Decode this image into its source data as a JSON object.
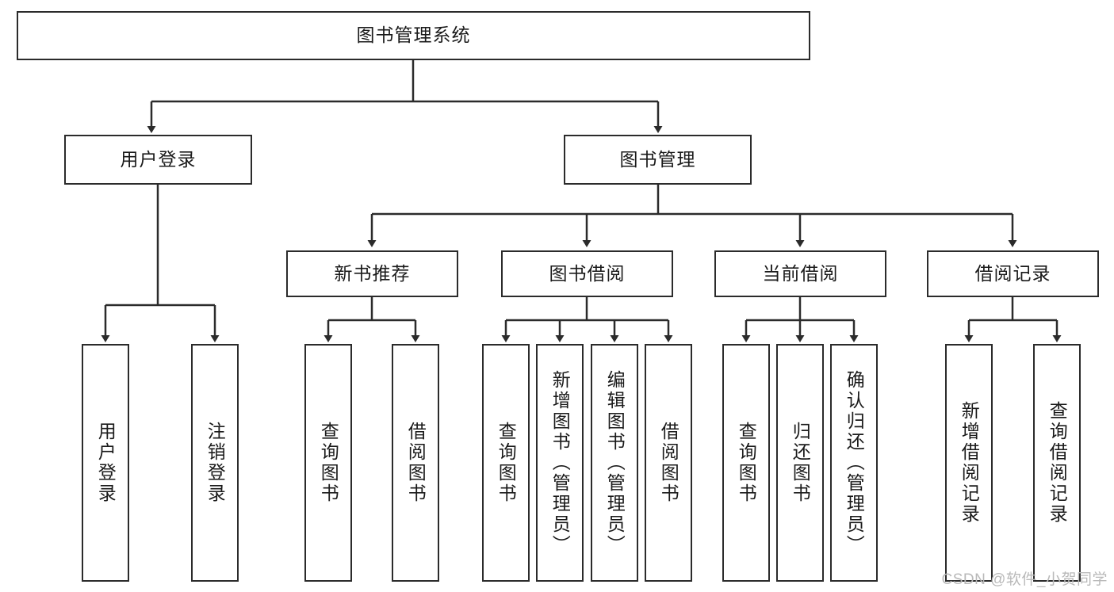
{
  "diagram": {
    "type": "tree",
    "title": "图书管理系统",
    "watermark": "CSDN @软件_小贺同学",
    "colors": {
      "stroke": "#2b2b2b",
      "fill": "#ffffff",
      "text": "#1a1a1a",
      "watermark": "#b9b9b9"
    },
    "nodes": {
      "root": {
        "label": "图书管理系统",
        "orientation": "horizontal"
      },
      "level2": [
        {
          "label": "用户登录",
          "orientation": "horizontal"
        },
        {
          "label": "图书管理",
          "orientation": "horizontal"
        }
      ],
      "level3": [
        {
          "label": "新书推荐",
          "orientation": "horizontal"
        },
        {
          "label": "图书借阅",
          "orientation": "horizontal"
        },
        {
          "label": "当前借阅",
          "orientation": "horizontal"
        },
        {
          "label": "借阅记录",
          "orientation": "horizontal"
        }
      ],
      "leaves_user_login": [
        {
          "label": "用户登录",
          "orientation": "vertical"
        },
        {
          "label": "注销登录",
          "orientation": "vertical"
        }
      ],
      "leaves_new_book": [
        {
          "label": "查询图书",
          "orientation": "vertical"
        },
        {
          "label": "借阅图书",
          "orientation": "vertical"
        }
      ],
      "leaves_borrow": [
        {
          "label": "查询图书",
          "orientation": "vertical"
        },
        {
          "label": "新增图书（管理员）",
          "orientation": "vertical"
        },
        {
          "label": "编辑图书（管理员）",
          "orientation": "vertical"
        },
        {
          "label": "借阅图书",
          "orientation": "vertical"
        }
      ],
      "leaves_current": [
        {
          "label": "查询图书",
          "orientation": "vertical"
        },
        {
          "label": "归还图书",
          "orientation": "vertical"
        },
        {
          "label": "确认归还（管理员）",
          "orientation": "vertical"
        }
      ],
      "leaves_records": [
        {
          "label": "新增借阅记录",
          "orientation": "vertical"
        },
        {
          "label": "查询借阅记录",
          "orientation": "vertical"
        }
      ]
    },
    "edges": [
      {
        "from": "图书管理系统",
        "to": "用户登录"
      },
      {
        "from": "图书管理系统",
        "to": "图书管理"
      },
      {
        "from": "用户登录",
        "to": "用户登录"
      },
      {
        "from": "用户登录",
        "to": "注销登录"
      },
      {
        "from": "图书管理",
        "to": "新书推荐"
      },
      {
        "from": "图书管理",
        "to": "图书借阅"
      },
      {
        "from": "图书管理",
        "to": "当前借阅"
      },
      {
        "from": "图书管理",
        "to": "借阅记录"
      },
      {
        "from": "新书推荐",
        "to": "查询图书"
      },
      {
        "from": "新书推荐",
        "to": "借阅图书"
      },
      {
        "from": "图书借阅",
        "to": "查询图书"
      },
      {
        "from": "图书借阅",
        "to": "新增图书（管理员）"
      },
      {
        "from": "图书借阅",
        "to": "编辑图书（管理员）"
      },
      {
        "from": "图书借阅",
        "to": "借阅图书"
      },
      {
        "from": "当前借阅",
        "to": "查询图书"
      },
      {
        "from": "当前借阅",
        "to": "归还图书"
      },
      {
        "from": "当前借阅",
        "to": "确认归还（管理员）"
      },
      {
        "from": "借阅记录",
        "to": "新增借阅记录"
      },
      {
        "from": "借阅记录",
        "to": "查询借阅记录"
      }
    ]
  }
}
